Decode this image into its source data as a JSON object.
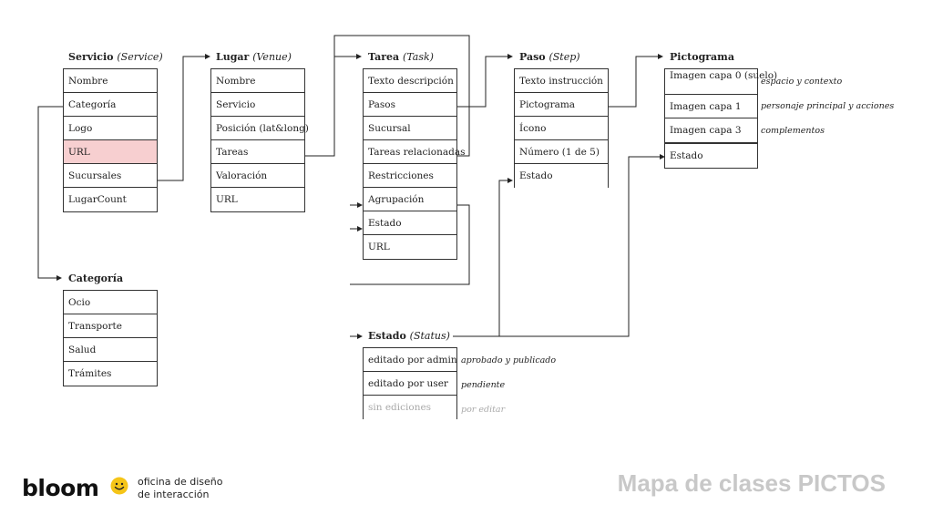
{
  "servicio": {
    "title": "Servicio",
    "title_en": "(Service)",
    "rows": [
      "Nombre",
      "Categoría",
      "Logo",
      "URL",
      "Sucursales",
      "LugarCount"
    ]
  },
  "lugar": {
    "title": "Lugar",
    "title_en": "(Venue)",
    "rows": [
      "Nombre",
      "Servicio",
      "Posición (lat&long)",
      "Tareas",
      "Valoración",
      "URL"
    ]
  },
  "tarea": {
    "title": "Tarea",
    "title_en": "(Task)",
    "rows": [
      "Texto descripción",
      "Pasos",
      "Sucursal",
      "Tareas relacionadas",
      "Restricciones",
      "Agrupación",
      "Estado",
      "URL"
    ]
  },
  "paso": {
    "title": "Paso",
    "title_en": "(Step)",
    "rows": [
      "Texto instrucción",
      "Pictograma",
      "Ícono",
      "Número (1 de 5)",
      "Estado"
    ]
  },
  "pictograma": {
    "title": "Pictograma",
    "rows": [
      "Imagen capa 0 (suelo)",
      "Imagen capa 1",
      "Imagen capa 3",
      "Estado"
    ],
    "notes": [
      "espacio y contexto",
      "personaje principal y acciones",
      "complementos"
    ]
  },
  "categoria": {
    "title": "Categoría",
    "rows": [
      "Ocio",
      "Transporte",
      "Salud",
      "Trámites"
    ]
  },
  "estado": {
    "title": "Estado",
    "title_en": "(Status)",
    "rows": [
      "editado por admin",
      "editado por user",
      "sin ediciones"
    ],
    "notes": [
      "aprobado y publicado",
      "pendiente",
      "por editar"
    ]
  },
  "footer": {
    "logo": "bloom",
    "tagline_1": "oficina de diseño",
    "tagline_2": "de interacción",
    "map_title": "Mapa de clases PICTOS"
  },
  "colors": {
    "highlight": "#f7cfd0",
    "muted": "#aaaaaa",
    "title_gray": "#c8c8c8",
    "smiley": "#f5c518"
  }
}
